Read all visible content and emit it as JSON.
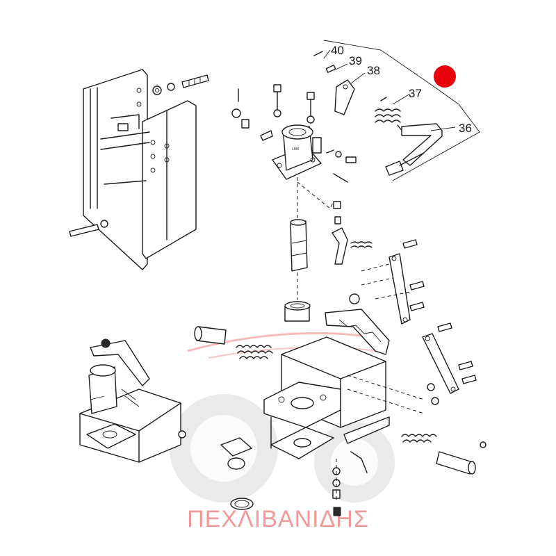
{
  "diagram": {
    "callouts": [
      {
        "id": "part-40",
        "label": "40"
      },
      {
        "id": "part-39",
        "label": "39"
      },
      {
        "id": "part-38",
        "label": "38"
      },
      {
        "id": "part-37",
        "label": "37"
      },
      {
        "id": "part-36",
        "label": "36"
      }
    ],
    "marker_color": "#e8000b"
  },
  "watermark": {
    "text": "ΠΕΧΛΙΒΑΝΙΔΗΣ",
    "color": "#f29a9a"
  }
}
